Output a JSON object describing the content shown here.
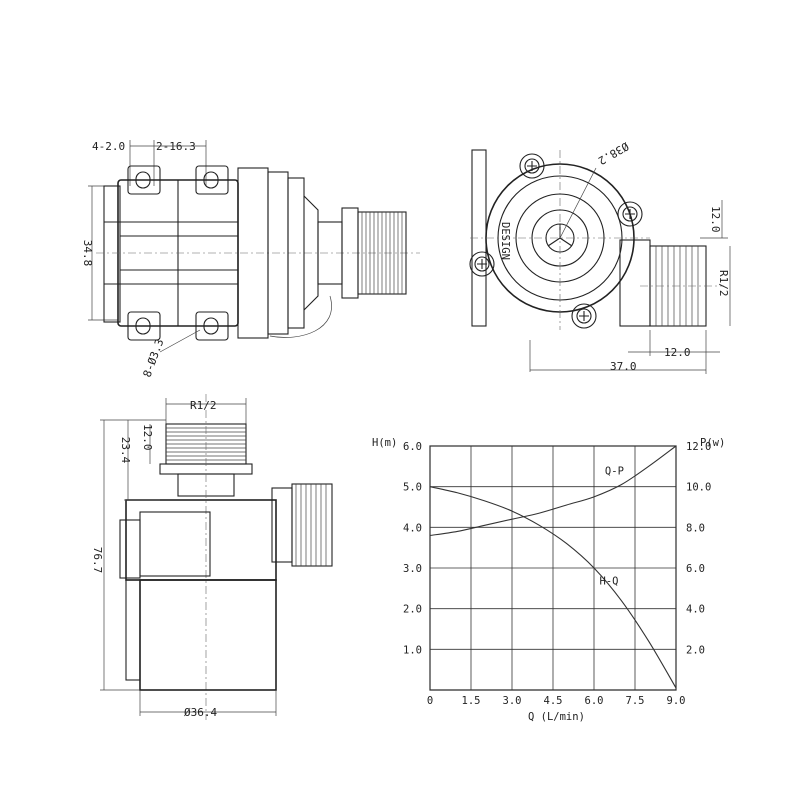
{
  "dims": {
    "hole_count_dia": "4-2.0",
    "hole_spacing": "2-16.3",
    "width": "34.8",
    "mount_holes": "8-Ø3.3",
    "flange_dia": "Ø38.2",
    "outlet_offset": "12.0",
    "thread_side": "R1/2",
    "outlet_len": "12.0",
    "overall_len": "37.0",
    "thread_top": "R1/2",
    "inlet_len": "12.0",
    "inlet_height": "23.4",
    "height": "76.7",
    "body_dia": "Ø36.4",
    "impeller_label": "DESIGN"
  },
  "chart_data": {
    "type": "line",
    "x_label": "Q (L/min)",
    "y_left_label": "H(m)",
    "y_right_label": "P(w)",
    "x_ticks": [
      "0",
      "1.5",
      "3.0",
      "4.5",
      "6.0",
      "7.5",
      "9.0"
    ],
    "y_left_ticks": [
      "1.0",
      "2.0",
      "3.0",
      "4.0",
      "5.0",
      "6.0"
    ],
    "y_right_ticks": [
      "2.0",
      "4.0",
      "6.0",
      "8.0",
      "10.0",
      "12.0"
    ],
    "xlim": [
      0,
      9
    ],
    "ylim_left": [
      0,
      6
    ],
    "ylim_right": [
      0,
      12
    ],
    "grid": true,
    "series": [
      {
        "name": "H-Q",
        "axis": "left",
        "x": [
          0,
          1.0,
          2.0,
          3.0,
          4.0,
          5.0,
          6.0,
          7.0,
          8.0,
          9.0
        ],
        "y": [
          5.0,
          4.85,
          4.65,
          4.4,
          4.05,
          3.6,
          3.0,
          2.2,
          1.2,
          0.05
        ]
      },
      {
        "name": "Q-P",
        "axis": "right",
        "x": [
          0,
          1.0,
          2.0,
          3.0,
          4.0,
          5.0,
          6.0,
          7.0,
          8.0,
          9.0
        ],
        "y": [
          7.6,
          7.8,
          8.1,
          8.4,
          8.7,
          9.1,
          9.5,
          10.1,
          11.0,
          12.0
        ]
      }
    ]
  }
}
